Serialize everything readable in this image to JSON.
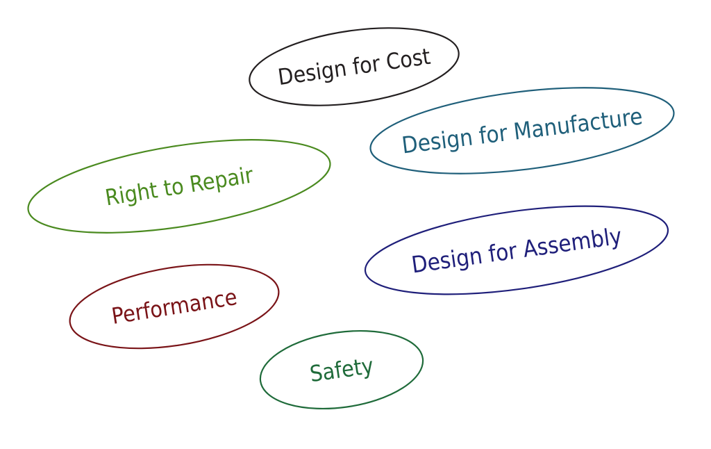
{
  "bubbles": [
    {
      "key": "cost",
      "label": "Design for Cost",
      "color": "#231f20"
    },
    {
      "key": "manufacture",
      "label": "Design for Manufacture",
      "color": "#1f5f7a"
    },
    {
      "key": "repair",
      "label": "Right to Repair",
      "color": "#4a8a1f"
    },
    {
      "key": "assembly",
      "label": "Design for Assembly",
      "color": "#1f1f7a"
    },
    {
      "key": "performance",
      "label": "Performance",
      "color": "#7a1418"
    },
    {
      "key": "safety",
      "label": "Safety",
      "color": "#1f6b3a"
    }
  ]
}
